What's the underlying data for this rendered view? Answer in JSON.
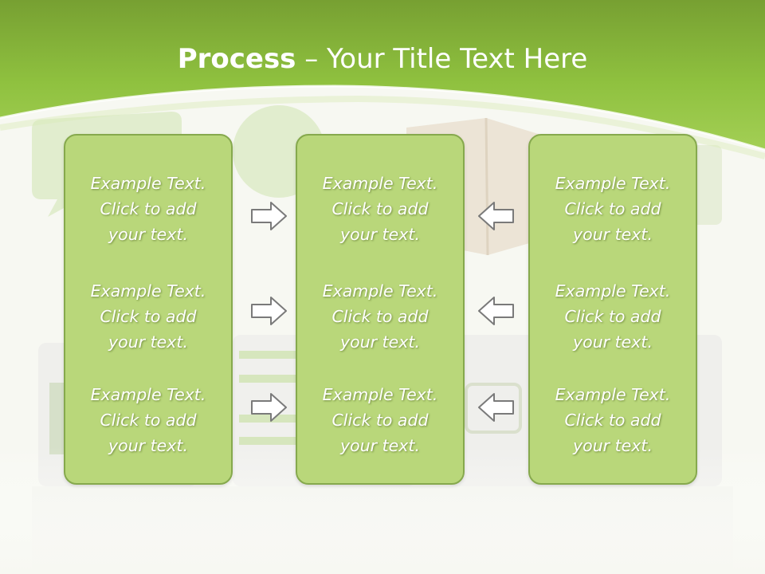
{
  "slide": {
    "title_bold": "Process",
    "title_rest": " – Your Title Text Here",
    "colors": {
      "header_green": "#8fc13f",
      "box_fill": "#b9d77a",
      "box_border": "#86a94d"
    }
  },
  "columns": [
    {
      "entries": [
        {
          "line1": "Example Text.",
          "line2": "Click  to add",
          "line3": "your text."
        },
        {
          "line1": "Example Text.",
          "line2": "Click  to add",
          "line3": "your text."
        },
        {
          "line1": "Example Text.",
          "line2": "Click  to add",
          "line3": "your text."
        }
      ]
    },
    {
      "entries": [
        {
          "line1": "Example Text.",
          "line2": "Click  to add",
          "line3": "your text."
        },
        {
          "line1": "Example Text.",
          "line2": "Click  to add",
          "line3": "your text."
        },
        {
          "line1": "Example Text.",
          "line2": "Click  to add",
          "line3": "your text."
        }
      ]
    },
    {
      "entries": [
        {
          "line1": "Example Text.",
          "line2": "Click  to add",
          "line3": "your text."
        },
        {
          "line1": "Example Text.",
          "line2": "Click  to add",
          "line3": "your text."
        },
        {
          "line1": "Example Text.",
          "line2": "Click  to add",
          "line3": "your text."
        }
      ]
    }
  ],
  "arrows": {
    "left_group": "arrow-right-icon",
    "right_group": "arrow-left-icon"
  }
}
